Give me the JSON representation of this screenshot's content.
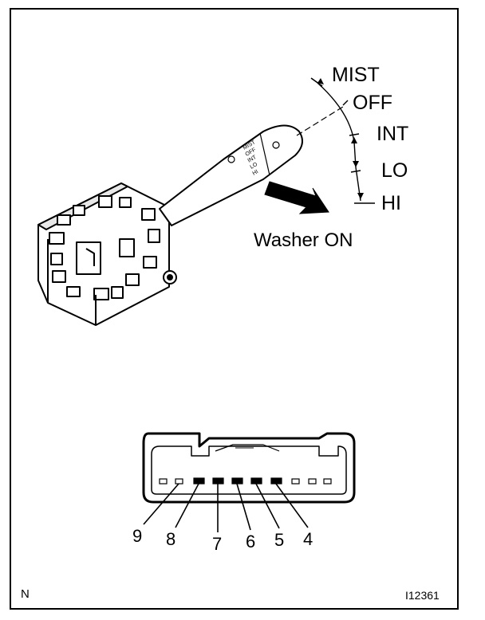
{
  "positions": {
    "mist": "MIST",
    "off": "OFF",
    "int": "INT",
    "lo": "LO",
    "hi": "HI"
  },
  "washer_label": "Washer ON",
  "lever_marks": [
    "MIST",
    "OFF",
    "INT",
    "LO",
    "HI"
  ],
  "connector_pins": [
    "9",
    "8",
    "7",
    "6",
    "5",
    "4"
  ],
  "corner_letter": "N",
  "figure_id": "I12361"
}
